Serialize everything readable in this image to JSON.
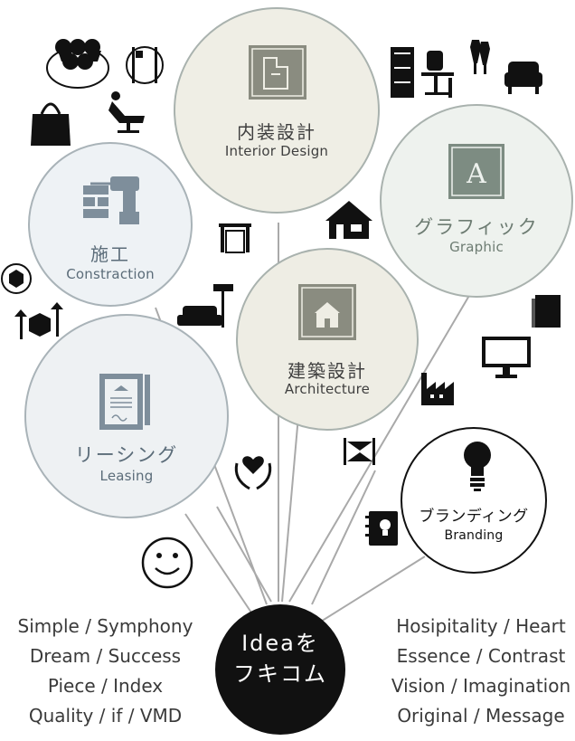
{
  "center": {
    "line1": "Ideaを",
    "line2": "フキコム"
  },
  "interior": {
    "jp": "内装設計",
    "en": "Interior Design"
  },
  "graphic": {
    "jp": "グラフィック",
    "en": "Graphic",
    "letter": "A"
  },
  "construction": {
    "jp": "施工",
    "en": "Constraction"
  },
  "architecture": {
    "jp": "建築設計",
    "en": "Architecture"
  },
  "leasing": {
    "jp": "リーシング",
    "en": "Leasing"
  },
  "branding": {
    "jp": "ブランディング",
    "en": "Branding"
  },
  "keywords_left": [
    "Simple / Symphony",
    "Dream / Success",
    "Piece / Index",
    "Quality / if / VMD"
  ],
  "keywords_right": [
    "Hosipitality / Heart",
    "Essence / Contrast",
    "Vision / Imagination",
    "Original / Message"
  ],
  "colors": {
    "interior": "#f0efe6",
    "graphic": "#eef2ee",
    "construction": "#eef2f5",
    "architecture": "#eeede4",
    "leasing": "#eef1f3",
    "branding": "#ffffff",
    "stroke": "#aab3b5"
  },
  "icons": [
    "cupcakes-icon",
    "cutlery-icon",
    "shopping-bag-icon",
    "salon-chair-icon",
    "drill-bricks-icon",
    "cabinet-desk-chair-icon",
    "mannequin-icon",
    "armchair-icon",
    "house-icon",
    "window-curtain-icon",
    "box-rotate-icon",
    "box-lift-icon",
    "sofa-lamp-icon",
    "book-icon",
    "monitor-icon",
    "factory-icon",
    "sign-board-icon",
    "contract-document-icon",
    "hands-heart-icon",
    "notebook-bulb-icon",
    "smiley-icon",
    "lightbulb-icon"
  ]
}
